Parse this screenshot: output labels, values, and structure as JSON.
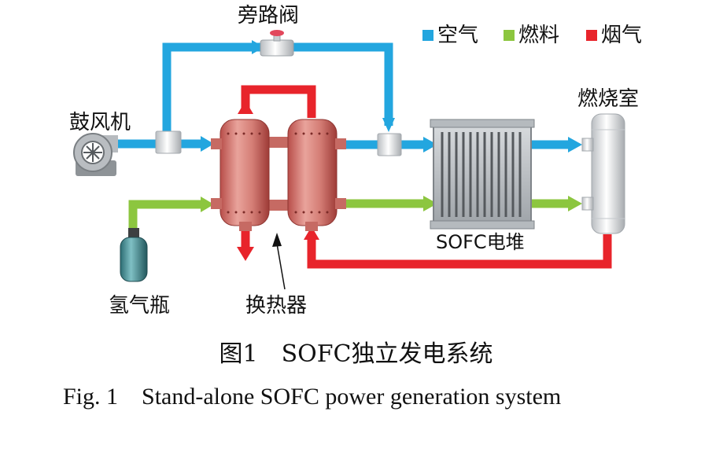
{
  "legend": [
    {
      "label": "空气",
      "color": "#23a6df"
    },
    {
      "label": "燃料",
      "color": "#8cc63f"
    },
    {
      "label": "烟气",
      "color": "#e8242b"
    }
  ],
  "components": {
    "bypass_valve": "旁路阀",
    "blower": "鼓风机",
    "hydrogen_bottle": "氢气瓶",
    "heat_exchanger": "换热器",
    "sofc_stack": "SOFC电堆",
    "combustion_chamber": "燃烧室"
  },
  "caption": {
    "cn": "图1　SOFC独立发电系统",
    "en": "Fig. 1    Stand-alone SOFC power generation system"
  }
}
